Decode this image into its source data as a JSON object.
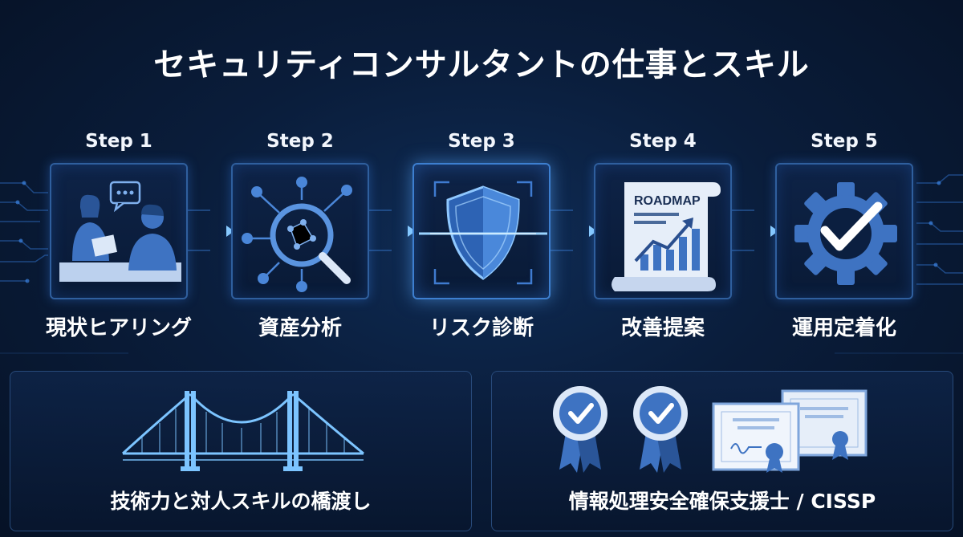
{
  "title": "セキュリティコンサルタントの仕事とスキル",
  "steps": [
    {
      "label": "Step 1",
      "name": "現状ヒアリング",
      "icon": "consultation-icon"
    },
    {
      "label": "Step 2",
      "name": "資産分析",
      "icon": "magnifier-network-icon"
    },
    {
      "label": "Step 3",
      "name": "リスク診断",
      "icon": "shield-scan-icon"
    },
    {
      "label": "Step 4",
      "name": "改善提案",
      "icon": "roadmap-document-icon",
      "doc_text": "ROADMAP"
    },
    {
      "label": "Step 5",
      "name": "運用定着化",
      "icon": "gear-check-icon"
    }
  ],
  "panels": {
    "left": {
      "caption": "技術力と対人スキルの橋渡し",
      "icon": "bridge-icon"
    },
    "right": {
      "caption": "情報処理安全確保支援士 / CISSP",
      "icon": "certification-badges-icon"
    }
  },
  "colors": {
    "accent": "#4f8fe0",
    "glow": "#6ab4ff",
    "icon_fill": "#3e73c2",
    "background": "#0a1d3b"
  }
}
